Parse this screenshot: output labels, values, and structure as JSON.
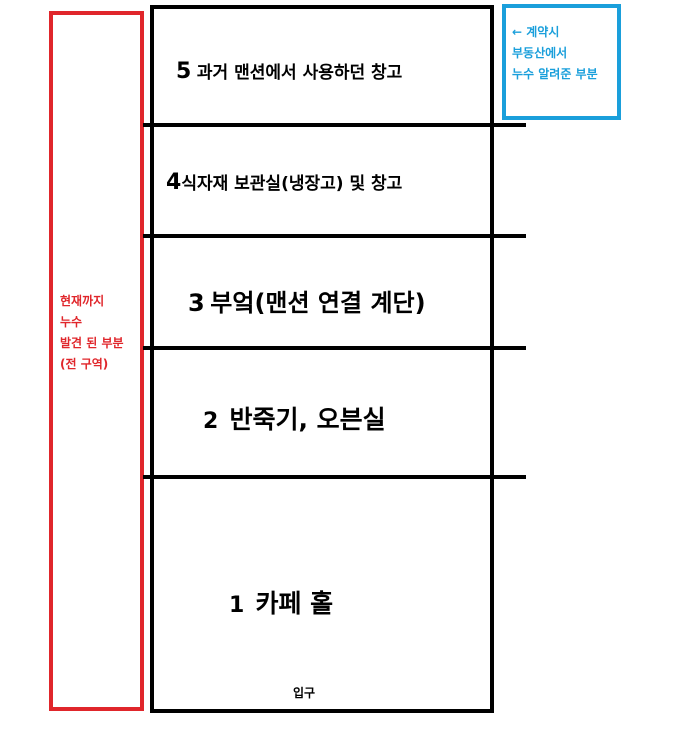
{
  "leak_note": {
    "lines": [
      "현재까지",
      "누수",
      "발견 된 부분",
      "(전 구역)"
    ],
    "color": "#e0262b"
  },
  "contract_note": {
    "lines": [
      "← 계약시",
      "부동산에서",
      "누수 알려준 부분"
    ],
    "color": "#1a9fdb"
  },
  "floors": [
    {
      "number": "5",
      "label": "과거 맨션에서 사용하던 창고"
    },
    {
      "number": "4",
      "label": "식자재 보관실(냉장고) 및 창고"
    },
    {
      "number": "3",
      "label": "부엌(맨션 연결 계단)"
    },
    {
      "number": "2",
      "label": "반죽기, 오븐실"
    },
    {
      "number": "1",
      "label": "카페 홀"
    }
  ],
  "entrance_label": "입구"
}
